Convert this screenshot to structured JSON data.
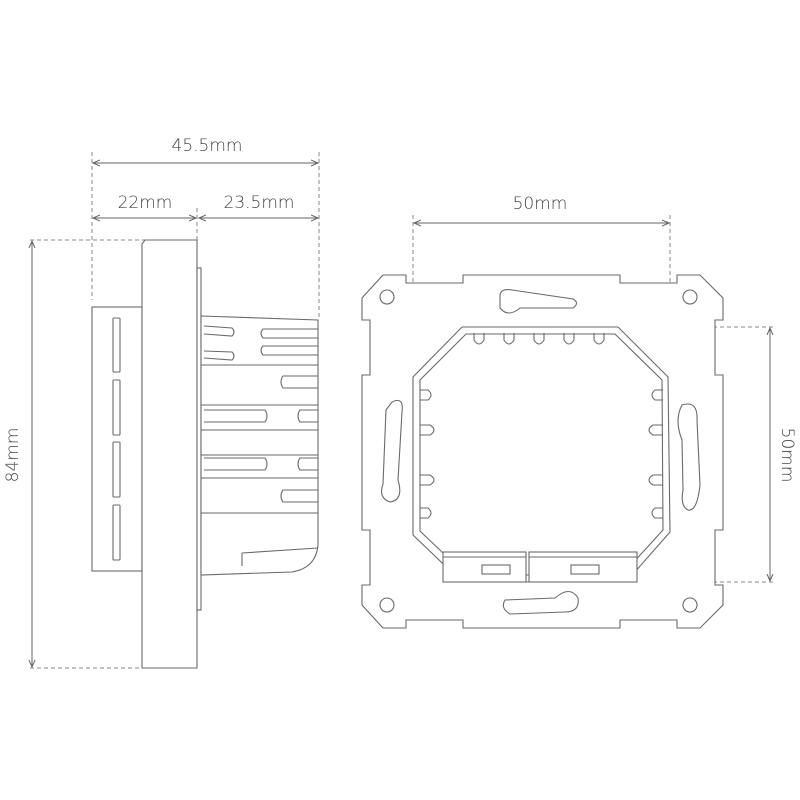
{
  "dimensions": {
    "total_depth": "45.5mm",
    "front_depth": "22mm",
    "back_depth": "23.5mm",
    "height": "84mm",
    "module_width": "50mm",
    "module_height": "50mm"
  },
  "colors": {
    "line": "#6a6a6a",
    "text": "#444444",
    "background": "#ffffff"
  }
}
